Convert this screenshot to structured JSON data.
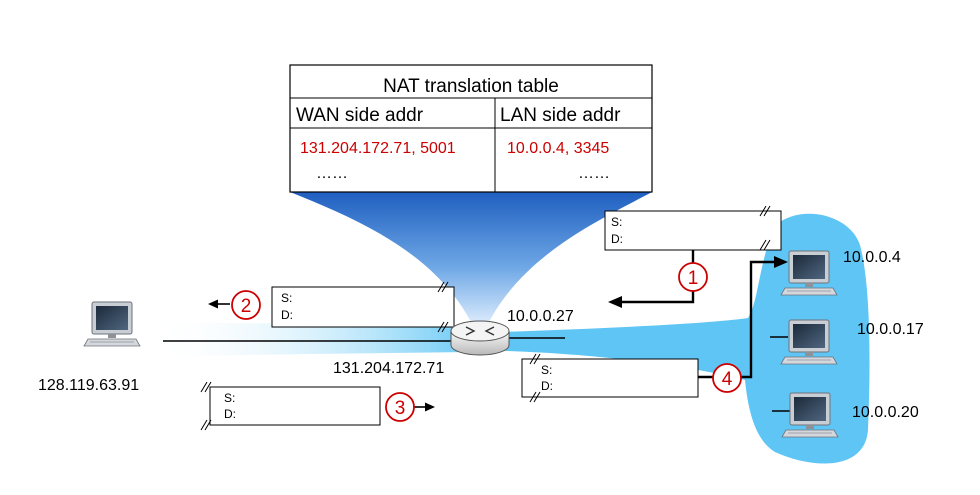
{
  "nat_table": {
    "title": "NAT translation table",
    "headers": [
      "WAN side addr",
      "LAN side addr"
    ],
    "rows": [
      {
        "wan": "131.204.172.71, 5001",
        "lan": "10.0.0.4, 3345"
      },
      {
        "wan": "……",
        "lan": "……"
      }
    ]
  },
  "router": {
    "lan_ip": "10.0.0.27",
    "wan_ip": "131.204.172.71"
  },
  "hosts": {
    "remote": "128.119.63.91",
    "lan": [
      "10.0.0.4",
      "10.0.0.17",
      "10.0.0.20"
    ]
  },
  "packet_fields": {
    "source": "S:",
    "dest": "D:"
  },
  "steps": [
    "1",
    "2",
    "3",
    "4"
  ],
  "colors": {
    "lan_blue": "#5ec5f5",
    "red": "#cc0000",
    "wedge_top": "#1f5fc0"
  }
}
